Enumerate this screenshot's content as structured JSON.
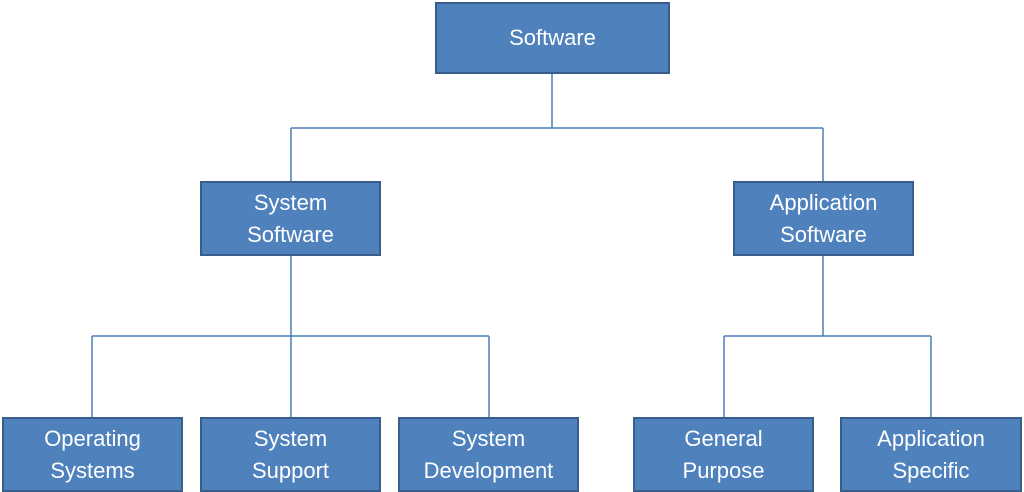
{
  "diagram": {
    "root": {
      "lines": [
        "Software"
      ]
    },
    "system": {
      "lines": [
        "System",
        "Software"
      ]
    },
    "application": {
      "lines": [
        "Application",
        "Software"
      ]
    },
    "system_children": [
      {
        "lines": [
          "Operating",
          "Systems"
        ]
      },
      {
        "lines": [
          "System",
          "Support"
        ]
      },
      {
        "lines": [
          "System",
          "Development"
        ]
      }
    ],
    "application_children": [
      {
        "lines": [
          "General",
          "Purpose"
        ]
      },
      {
        "lines": [
          "Application",
          "Specific"
        ]
      }
    ]
  },
  "colors": {
    "box_fill": "#4f81bd",
    "box_border": "#385d8a",
    "connector": "#4a7ebb",
    "text": "#ffffff"
  }
}
